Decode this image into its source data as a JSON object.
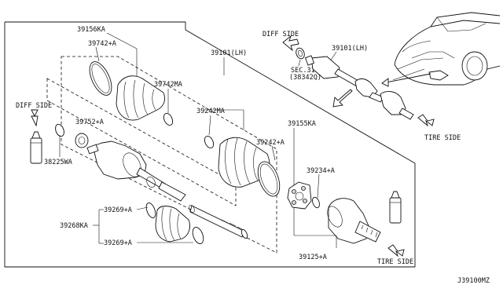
{
  "labels": {
    "p39156KA": "39156KA",
    "p39742A": "39742+A",
    "p39742MA": "39742MA",
    "p39101LH_a": "39101(LH)",
    "p39101LH_b": "39101(LH)",
    "diff_side_a": "DIFF SIDE",
    "diff_side_b": "DIFF SIDE",
    "sec311": "SEC.311",
    "p38342Q": "(38342Q)",
    "p39752A": "39752+A",
    "p38225WA": "38225WA",
    "p39242MA": "39242MA",
    "p39242A": "39242+A",
    "p39155KA": "39155KA",
    "tire_side_a": "TIRE SIDE",
    "tire_side_b": "TIRE SIDE",
    "p39234A": "39234+A",
    "p39269A_a": "39269+A",
    "p39268KA": "39268KA",
    "p39269A_b": "39269+A",
    "p39125A": "39125+A",
    "diagram_code": "J39100MZ"
  },
  "icons": [
    "grease-tube-icon",
    "direction-arrow-icon",
    "car-front-icon"
  ]
}
